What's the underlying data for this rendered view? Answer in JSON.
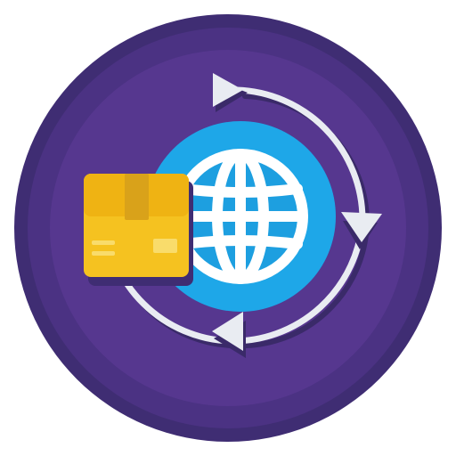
{
  "icon": {
    "subject": "global-shipping",
    "parts": [
      "purple-badge",
      "globe-icon",
      "cycle-arrows",
      "package-box-icon"
    ]
  },
  "colors": {
    "outer_ring": "#3f2d73",
    "mid_ring": "#4b3283",
    "inner_disc": "#56378f",
    "arrow_ring": "#e9ecf2",
    "arrow_shadow": "#3a2a69",
    "globe_halo": "#1ea7e8",
    "globe_fill": "#1d9fe0",
    "globe_lines": "#ffffff",
    "box_front": "#f5c220",
    "box_side": "#efb313",
    "box_tape": "#d9a21a",
    "box_label": "#f9dc6b",
    "box_shadow": "#3f2d73"
  }
}
